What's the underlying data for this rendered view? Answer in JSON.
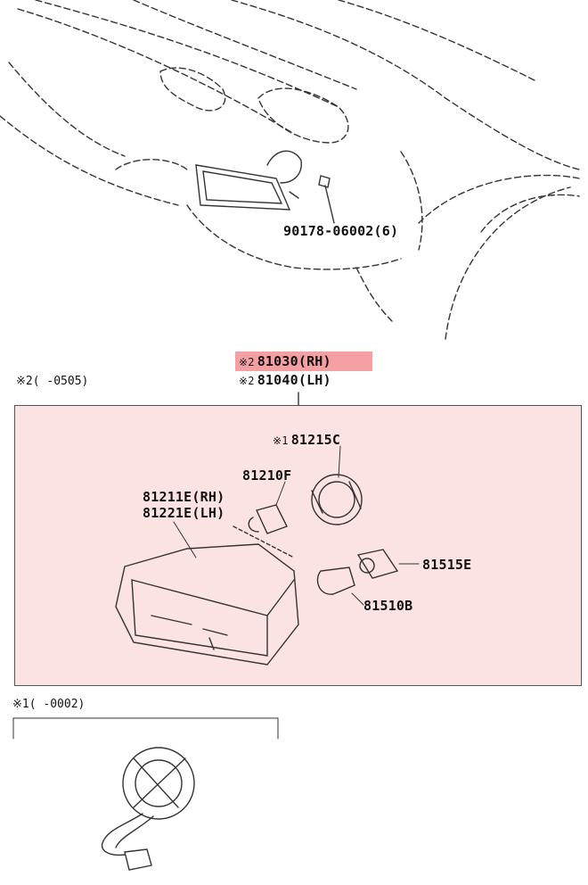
{
  "mark1": "※1",
  "mark2": "※2",
  "labels": {
    "bolt": "90178-06002(6)",
    "assy_rh": "81030(RH)",
    "assy_lh": "81040(LH)",
    "socket_c": "81215C",
    "bulb_f": "81210F",
    "lens_rh": "81211E(RH)",
    "lens_lh": "81221E(LH)",
    "socket_e": "81515E",
    "bulb_b": "81510B"
  },
  "notes": {
    "note2": "(      -0505)",
    "note1": "(      -0002)"
  },
  "colors": {
    "highlight": "#f4a0a2",
    "box_fill": "#fbe3e3",
    "line": "#333333"
  }
}
